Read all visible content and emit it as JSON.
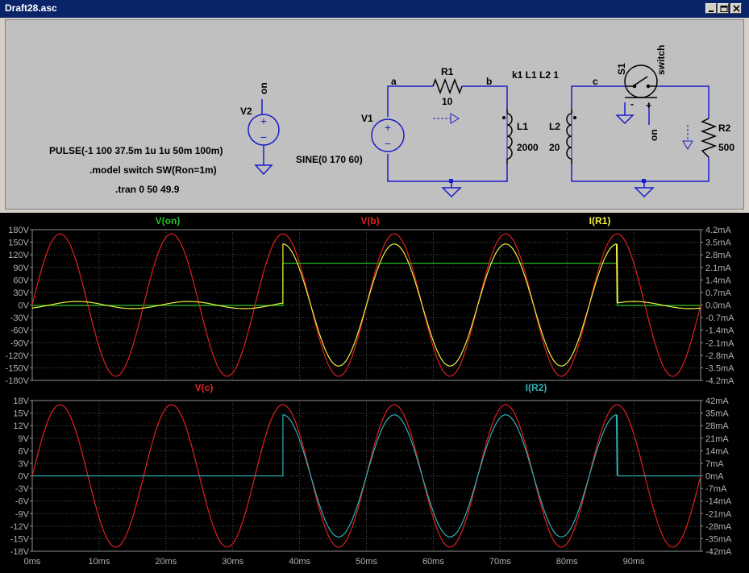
{
  "window": {
    "title": "Draft28.asc"
  },
  "schematic": {
    "labels": {
      "v2_name": "V2",
      "v2_node": "on",
      "v1_name": "V1",
      "r1_name": "R1",
      "r1_value": "10",
      "l1_name": "L1",
      "l1_value": "2000",
      "l2_name": "L2",
      "l2_value": "20",
      "s1_name": "S1",
      "s1_model": "switch",
      "s1_node": "on",
      "s1_minus": "-",
      "s1_plus": "+",
      "r2_name": "R2",
      "r2_value": "500",
      "node_a": "a",
      "node_b": "b",
      "node_c": "c",
      "coupling": "k1 L1 L2 1"
    },
    "directives": {
      "pulse": "PULSE(-1 100 37.5m 1u 1u 50m 100m)",
      "model": ".model switch SW(Ron=1m)",
      "tran": ".tran 0 50 49.9",
      "sine": "SINE(0 170 60)"
    }
  },
  "colors": {
    "title_bg": "#0a246a",
    "wire": "#1c1ccc",
    "red": "#e02020",
    "green": "#20c020",
    "yellow": "#f0f040",
    "cyan": "#30b0b8",
    "grid": "#505050"
  },
  "chart_data": [
    {
      "type": "line",
      "xlim": [
        0,
        100
      ],
      "x_unit": "ms",
      "ylim_left": [
        -180,
        180
      ],
      "ylim_right": [
        -4.2,
        4.2
      ],
      "left_ticks": [
        "180V",
        "150V",
        "120V",
        "90V",
        "60V",
        "30V",
        "0V",
        "-30V",
        "-60V",
        "-90V",
        "-120V",
        "-150V",
        "-180V"
      ],
      "right_ticks": [
        "4.2mA",
        "3.5mA",
        "2.8mA",
        "2.1mA",
        "1.4mA",
        "0.7mA",
        "0.0mA",
        "-0.7mA",
        "-1.4mA",
        "-2.1mA",
        "-2.8mA",
        "-3.5mA",
        "-4.2mA"
      ],
      "grid": true,
      "series": [
        {
          "name": "V(on)",
          "color": "#20c020",
          "axis": "left",
          "kind": "step",
          "points": [
            [
              0,
              -1
            ],
            [
              37.5,
              -1
            ],
            [
              37.5,
              100
            ],
            [
              87.5,
              100
            ],
            [
              87.5,
              -1
            ],
            [
              100,
              -1
            ]
          ]
        },
        {
          "name": "V(b)",
          "color": "#e02020",
          "axis": "left",
          "kind": "sine",
          "amplitude": 170,
          "freq_hz": 60
        },
        {
          "name": "I(R1)",
          "color": "#f0f040",
          "axis": "right",
          "kind": "switched",
          "off_peak_mA": 0.2,
          "on_peak_mA": 3.4,
          "on_start": 37.5,
          "on_end": 87.5
        }
      ]
    },
    {
      "type": "line",
      "xlim": [
        0,
        100
      ],
      "x_unit": "ms",
      "ylim_left": [
        -18,
        18
      ],
      "ylim_right": [
        -42,
        42
      ],
      "left_ticks": [
        "18V",
        "15V",
        "12V",
        "9V",
        "6V",
        "3V",
        "0V",
        "-3V",
        "-6V",
        "-9V",
        "-12V",
        "-15V",
        "-18V"
      ],
      "right_ticks": [
        "42mA",
        "35mA",
        "28mA",
        "21mA",
        "14mA",
        "7mA",
        "0mA",
        "-7mA",
        "-14mA",
        "-21mA",
        "-28mA",
        "-35mA",
        "-42mA"
      ],
      "x_ticks": [
        "0ms",
        "10ms",
        "20ms",
        "30ms",
        "40ms",
        "50ms",
        "60ms",
        "70ms",
        "80ms",
        "90ms"
      ],
      "grid": true,
      "series": [
        {
          "name": "V(c)",
          "color": "#e02020",
          "axis": "left",
          "kind": "sine",
          "amplitude": 17,
          "freq_hz": 60
        },
        {
          "name": "I(R2)",
          "color": "#30b0b8",
          "axis": "right",
          "kind": "switched",
          "off_peak_mA": 0,
          "on_peak_mA": 34,
          "on_start": 37.5,
          "on_end": 87.5
        }
      ]
    }
  ]
}
